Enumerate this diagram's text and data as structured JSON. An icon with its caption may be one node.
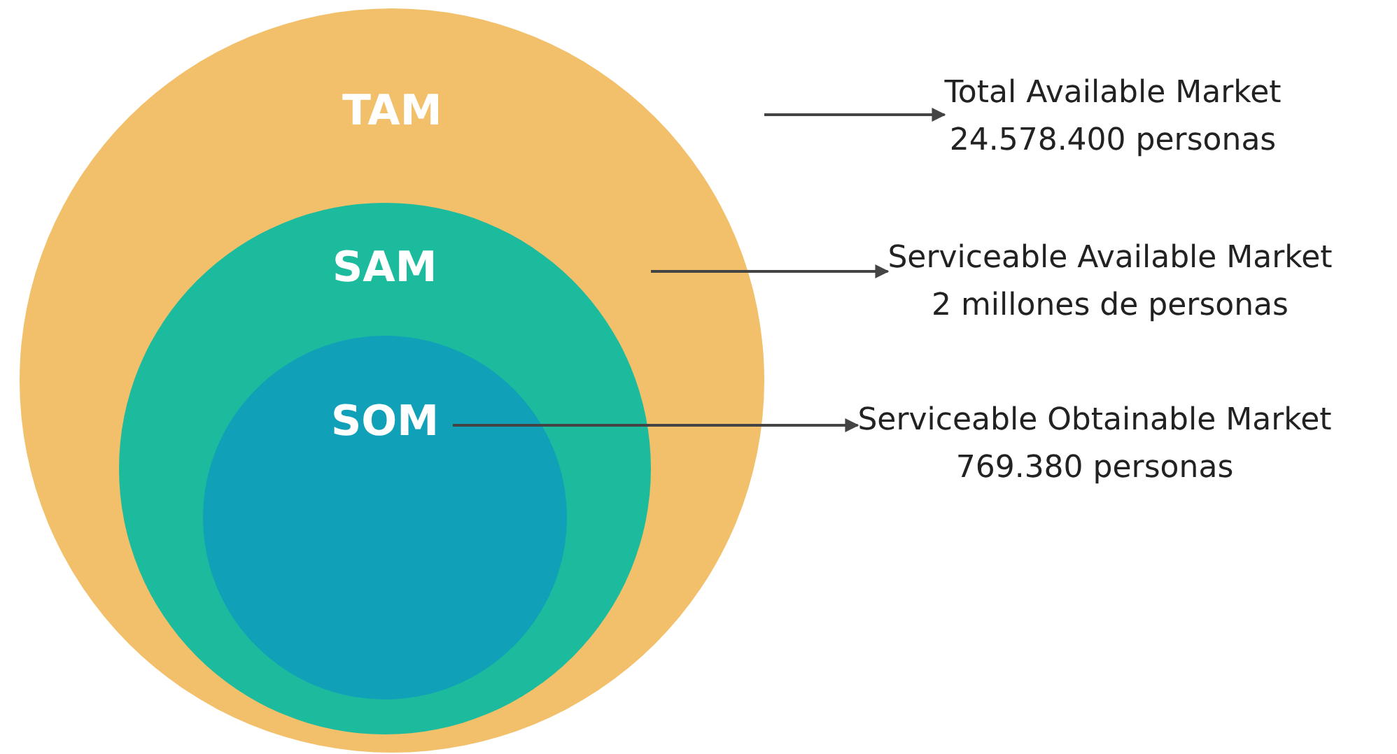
{
  "diagram": {
    "nodes": [
      {
        "text": [
          "TAM"
        ]
      },
      {
        "text": [
          "SAM"
        ],
        "in": 0
      },
      {
        "text": [
          "SOM"
        ],
        "in": 1
      },
      {
        "text": [
          "Total Available Market",
          "24.578.400 personas"
        ]
      },
      {
        "text": [
          "Serviceable Available Market",
          "2 millones de personas"
        ]
      },
      {
        "text": [
          "Serviceable Obtainable Market",
          "769.380 personas"
        ]
      }
    ],
    "edges": [
      {
        "from": 0,
        "to": 3,
        "arrow": "to"
      },
      {
        "from": 1,
        "to": 4,
        "arrow": "to"
      },
      {
        "from": 2,
        "to": 5,
        "arrow": "to"
      }
    ]
  }
}
